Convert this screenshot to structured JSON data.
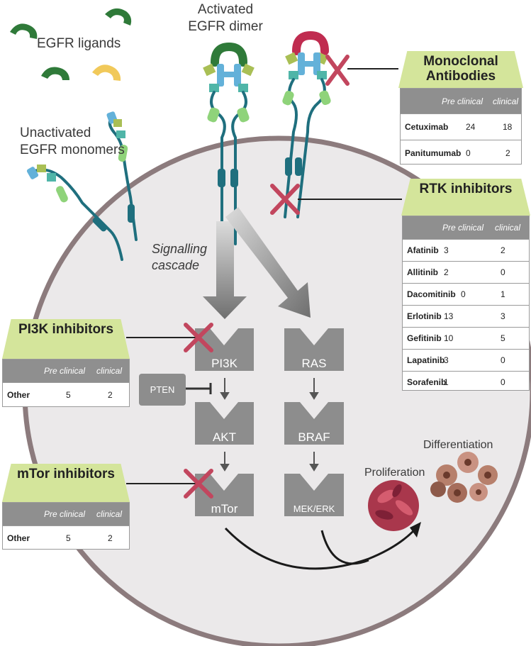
{
  "labels": {
    "egfr_ligands": "EGFR ligands",
    "activated_dimer": "Activated EGFR dimer",
    "unactivated_monomers": "Unactivated EGFR monomers",
    "signalling_cascade": "Signalling cascade",
    "proliferation": "Proliferation",
    "differentiation": "Differentiation"
  },
  "nodes": {
    "pi3k": "PI3K",
    "ras": "RAS",
    "pten": "PTEN",
    "akt": "AKT",
    "braf": "BRAF",
    "mtor": "mTor",
    "mek_erk": "MEK/ERK"
  },
  "col_headers": {
    "pre": "Pre clinical",
    "clin": "clinical"
  },
  "panels": {
    "monoclonal": {
      "title": "Monoclonal Antibodies",
      "rows": [
        {
          "name": "Cetuximab",
          "pre": "24",
          "clin": "18"
        },
        {
          "name": "Panitumumab",
          "pre": "0",
          "clin": "2"
        }
      ]
    },
    "rtk": {
      "title": "RTK inhibitors",
      "rows": [
        {
          "name": "Afatinib",
          "pre": "3",
          "clin": "2"
        },
        {
          "name": "Allitinib",
          "pre": "2",
          "clin": "0"
        },
        {
          "name": "Dacomitinib",
          "pre": "0",
          "clin": "1"
        },
        {
          "name": "Erlotinib",
          "pre": "13",
          "clin": "3"
        },
        {
          "name": "Gefitinib",
          "pre": "10",
          "clin": "5"
        },
        {
          "name": "Lapatinib",
          "pre": "3",
          "clin": "0"
        },
        {
          "name": "Sorafenib",
          "pre": "1",
          "clin": "0"
        }
      ]
    },
    "pi3k": {
      "title": "PI3K inhibitors",
      "rows": [
        {
          "name": "Other",
          "pre": "5",
          "clin": "2"
        }
      ]
    },
    "mtor": {
      "title": "mTor inhibitors",
      "rows": [
        {
          "name": "Other",
          "pre": "5",
          "clin": "2"
        }
      ]
    }
  },
  "colors": {
    "cell_fill": "#ebe9ea",
    "cell_border": "#8c7b7d",
    "node_gray": "#8d8d8d",
    "panel_tab": "#d4e59b",
    "inhibit_x": "#c2465e",
    "ligand_green": "#2f7a39",
    "ligand_yellow": "#f1c95a",
    "ligand_red": "#c02c50",
    "receptor_teal": "#1f6f7e",
    "receptor_blue": "#63b1d9",
    "receptor_light_green": "#8fd37a",
    "receptor_olive": "#a9bf55"
  }
}
